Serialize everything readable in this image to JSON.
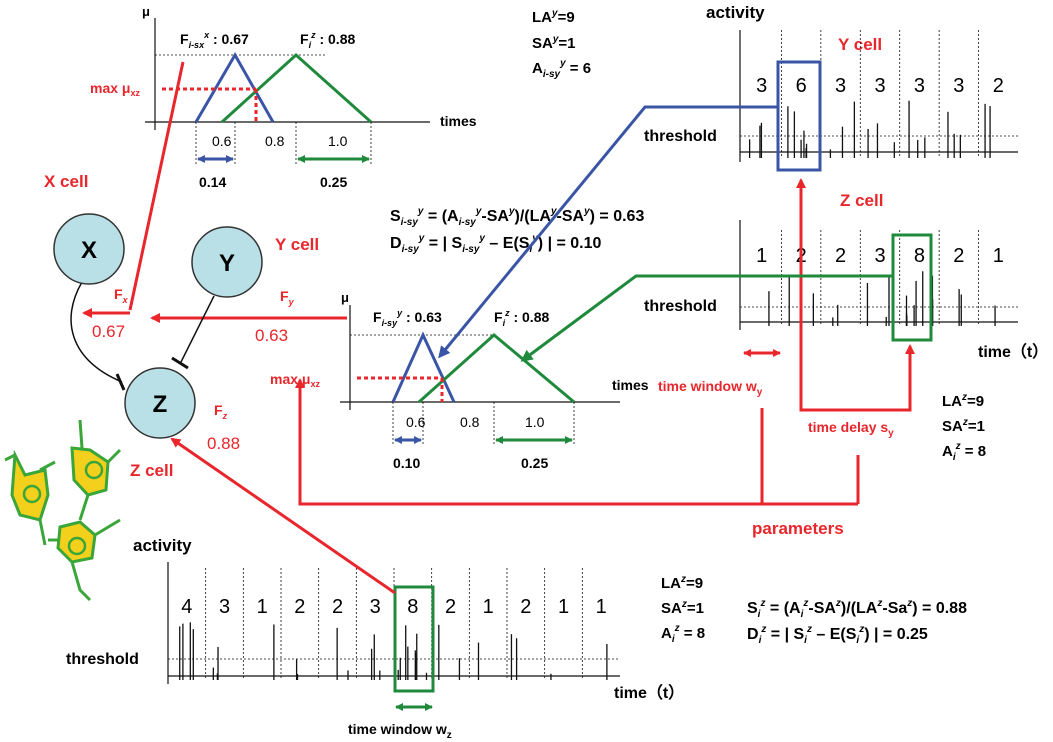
{
  "colors": {
    "red": "#e8262b",
    "blue": "#3a55a6",
    "green": "#1f8a3c",
    "node": "#b9e0e6",
    "cell_fill": "#f3d01c",
    "cell_edge": "#3aa63a",
    "black": "#111111"
  },
  "nodes": {
    "x": {
      "label": "X",
      "title": "X cell",
      "signal": "F",
      "signal_sub": "x",
      "value": "0.67"
    },
    "y": {
      "label": "Y",
      "title": "Y cell",
      "signal": "F",
      "signal_sub": "y",
      "value": "0.63"
    },
    "z": {
      "label": "Z",
      "title": "Z cell",
      "signal": "F",
      "signal_sub": "z",
      "value": "0.88"
    }
  },
  "fuzzy_top": {
    "y_axis": "μ",
    "x_axis": "times",
    "ticks": [
      "0.6",
      "0.8",
      "1.0"
    ],
    "max_label": "max μ",
    "max_sub": "xz",
    "left": {
      "main": "F",
      "sub": "i-sx",
      "sup": "x",
      "val": " : 0.67"
    },
    "right": {
      "main": "F",
      "sub": "i",
      "sup": "z",
      "val": " : 0.88"
    },
    "width_left": "0.14",
    "width_right": "0.25"
  },
  "fuzzy_mid": {
    "y_axis": "μ",
    "x_axis": "times",
    "ticks": [
      "0.6",
      "0.8",
      "1.0"
    ],
    "max_label": "max μ",
    "max_sub": "xz",
    "left": {
      "main": "F",
      "sub": "i-sy",
      "sup": "y",
      "val": " : 0.63"
    },
    "right": {
      "main": "F",
      "sub": "i",
      "sup": "z",
      "val": " : 0.88"
    },
    "width_left": "0.10",
    "width_right": "0.25"
  },
  "formulas": {
    "s_y": "S",
    "s_y_sub": "i-sy",
    "s_y_sup": "y",
    "s_y_rest": " = (A",
    "s_y_rest2": "-SA",
    "s_y_rest3": ")/(LA",
    "s_y_rest4": "-SA",
    "s_y_rest5": ") = 0.63",
    "d_y": "D",
    "d_y_rest": " = | S",
    "d_y_rest2": " – E(S",
    "d_y_rest3": ") | = 0.10",
    "s_z_line": "S",
    "s_z_rest": " = (A",
    "s_z_rest2": "-SA",
    "s_z_rest3": ")/(LA",
    "s_z_rest4": "-Sa",
    "s_z_rest5": ") = 0.88",
    "d_z_line": "D",
    "d_z_rest": " = | S",
    "d_z_rest2": " – E(S",
    "d_z_rest3": ") | = 0.25",
    "sub_i": "i",
    "sup_y": "y",
    "sup_z": "z",
    "sub_i_sy": "i-sy",
    "sub_i_sy2": "i-sy"
  },
  "params_y": {
    "la": "LA",
    "la_sup": "y",
    "la_val": "=9",
    "sa": "SA",
    "sa_sup": "y",
    "sa_val": "=1",
    "a": "A",
    "a_sub": "i-sy",
    "a_sup": "y",
    "a_val": " = 6"
  },
  "params_z_right": {
    "la": "LA",
    "la_sup": "z",
    "la_val": "=9",
    "sa": "SA",
    "sa_sup": "z",
    "sa_val": "=1",
    "a": "A",
    "a_sub": "i",
    "a_sup": "z",
    "a_val": " = 8"
  },
  "params_z_bottom": {
    "la": "LA",
    "la_sup": "z",
    "la_val": "=9",
    "sa": "SA",
    "sa_sup": "z",
    "sa_val": "=1",
    "a": "A",
    "a_sub": "i",
    "a_sup": "z",
    "a_val": " = 8"
  },
  "activity_y": {
    "axis_label": "activity",
    "title": "Y cell",
    "threshold": "threshold",
    "counts": [
      "3",
      "6",
      "3",
      "3",
      "3",
      "3",
      "2"
    ],
    "highlight_index": 1
  },
  "activity_z_right": {
    "title": "Z cell",
    "threshold": "threshold",
    "time_label": "time（t）",
    "counts": [
      "1",
      "2",
      "2",
      "3",
      "8",
      "2",
      "1"
    ],
    "highlight_index": 4,
    "window_label": "time window w",
    "window_sub": "y",
    "delay_label": "time delay s",
    "delay_sub": "y",
    "parameters_label": "parameters"
  },
  "activity_z_bottom": {
    "axis_label": "activity",
    "threshold": "threshold",
    "time_label": "time（t）",
    "counts": [
      "4",
      "3",
      "1",
      "2",
      "2",
      "3",
      "8",
      "2",
      "1",
      "2",
      "1",
      "1"
    ],
    "highlight_index": 6,
    "window_label": "time window w",
    "window_sub": "z"
  }
}
